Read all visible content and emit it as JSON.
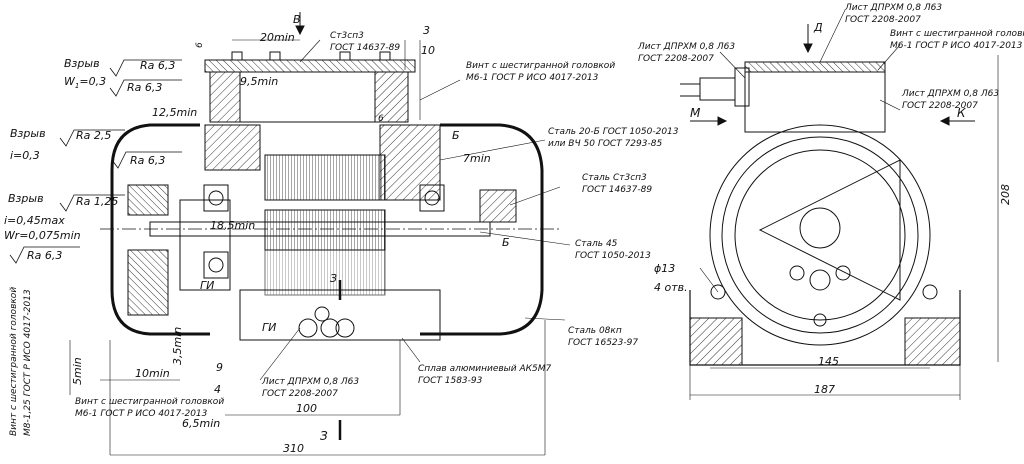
{
  "left": {
    "b_arrow": "В",
    "dim_6_top": "6",
    "dim_20min": "20min",
    "st3sp3_top": "Ст3сп3",
    "gost_14637_top": "ГОСТ 14637-89",
    "dim_3": "3",
    "dim_10": "10",
    "vzryv1": "Взрыв",
    "ra_63_a": "Ra 6,3",
    "w1": "W",
    "w1_sub": "1",
    "w1_val": "=0,3",
    "ra_63_b": "Ra 6,3",
    "dim_95min": "9,5min",
    "dim_125min": "12,5min",
    "vint_m6_top_1": "Винт с шестигранной головкой",
    "vint_m6_top_2": "М6-1 ГОСТ Р ИСО 4017-2013",
    "dim_6_mid": "6",
    "b_section_top": "Б",
    "steel_20b_1": "Сталь 20-Б ГОСТ 1050-2013",
    "steel_20b_2": "или ВЧ 50 ГОСТ 7293-85",
    "dim_7min": "7min",
    "vzryv2": "Взрыв",
    "ra_25": "Ra 2,5",
    "i_03": "i=0,3",
    "ra_63_c": "Ra 6,3",
    "steel_st3_1": "Сталь Ст3сп3",
    "steel_st3_2": "ГОСТ 14637-89",
    "vzryv3": "Взрыв",
    "ra_125": "Ra 1,25",
    "i_045": "i=0,45max",
    "wr": "Wr=0,075min",
    "ra_63_d": "Ra 6,3",
    "dim_185min": "18,5min",
    "b_section_bot": "Б",
    "steel45_1": "Сталь 45",
    "steel45_2": "ГОСТ 1050-2013",
    "z_top": "З",
    "gi1": "ГИ",
    "gi2": "ГИ",
    "steel08_1": "Сталь 08кп",
    "steel08_2": "ГОСТ 16523-97",
    "vint_m8_1": "Винт с шестигранной головкой",
    "vint_m8_2": "М8-1,25 ГОСТ Р ИСО 4017-2013",
    "dim_5min": "5min",
    "dim_35min": "3,5min",
    "dim_10min": "10min",
    "dim_9": "9",
    "dim_4": "4",
    "vint_m6_bot_1": "Винт с шестигранной головкой",
    "vint_m6_bot_2": "М6-1 ГОСТ Р ИСО 4017-2013",
    "list_dprhm_1": "Лист ДПРХМ 0,8 Л63",
    "list_dprhm_2": "ГОСТ 2208-2007",
    "alloy_1": "Сплав алюминиевый АК5М7",
    "alloy_2": "ГОСТ 1583-93",
    "dim_100": "100",
    "dim_65min": "6,5min",
    "z_bot": "З",
    "dim_310": "310"
  },
  "right": {
    "d_arrow": "Д",
    "list_top_1": "Лист ДПРХМ 0,8 Л63",
    "list_top_2": "ГОСТ 2208-2007",
    "list_left_1": "Лист ДПРХМ 0,8 Л63",
    "list_left_2": "ГОСТ 2208-2007",
    "vint_1": "Винт с шестигранной головкой",
    "vint_2": "М6-1 ГОСТ Р ИСО 4017-2013",
    "list_right_1": "Лист ДПРХМ 0,8 Л63",
    "list_right_2": "ГОСТ 2208-2007",
    "m_arrow": "М",
    "k_arrow": "К",
    "hole_dia": "ϕ13",
    "hole_count": "4 отв.",
    "dim_208": "208",
    "dim_145": "145",
    "dim_187": "187"
  }
}
